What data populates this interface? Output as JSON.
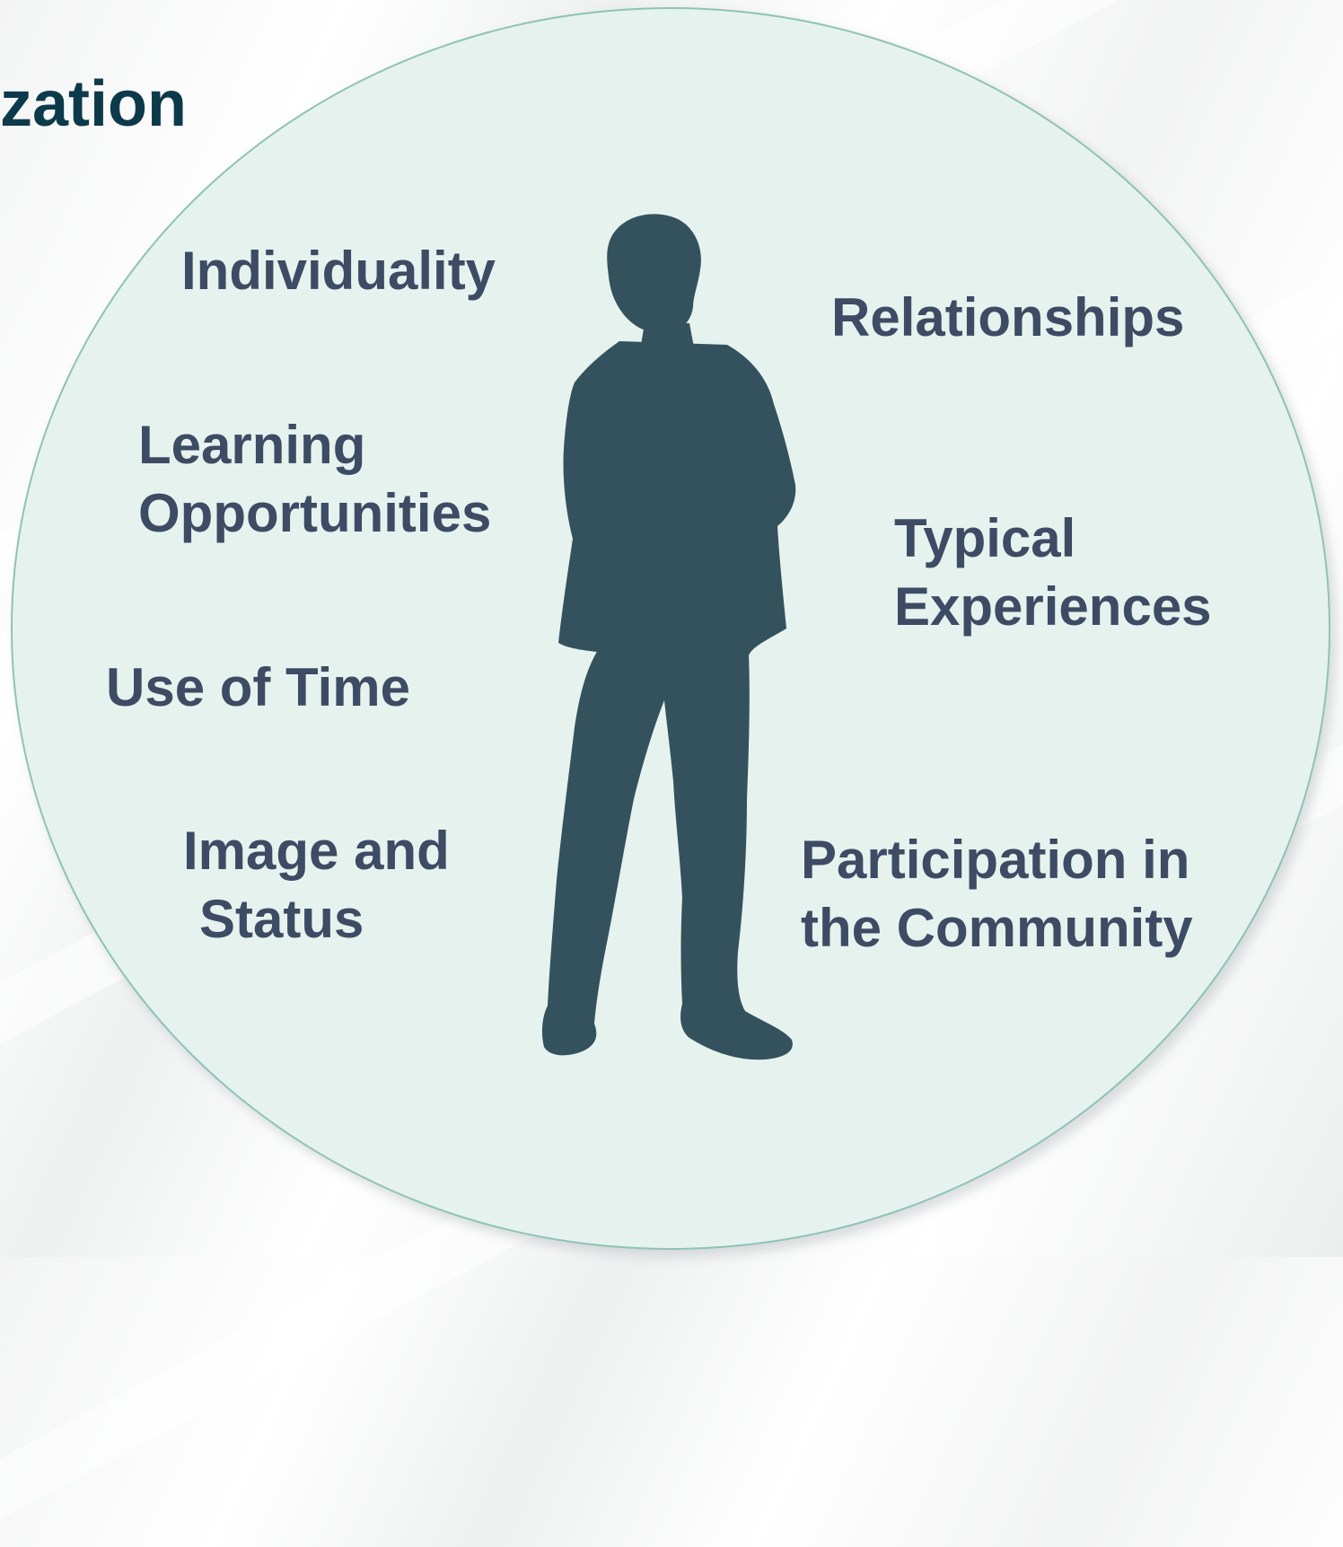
{
  "title": "zation",
  "labels": {
    "individuality": "Individuality",
    "learning_line1": "Learning",
    "learning_line2": "Opportunities",
    "use_of_time": "Use of Time",
    "image_line1": "Image and",
    "image_line2": "Status",
    "relationships": "Relationships",
    "typical_line1": "Typical",
    "typical_line2": "Experiences",
    "participation_line1": "Participation in",
    "participation_line2": "the Community"
  },
  "colors": {
    "circle_fill": "#e6f2ee",
    "circle_border": "#8fc3b4",
    "silhouette": "#34525d",
    "label_text": "#3d4c64",
    "title_text": "#0d3a4a"
  },
  "icons": {
    "figure": "person-silhouette-icon"
  }
}
